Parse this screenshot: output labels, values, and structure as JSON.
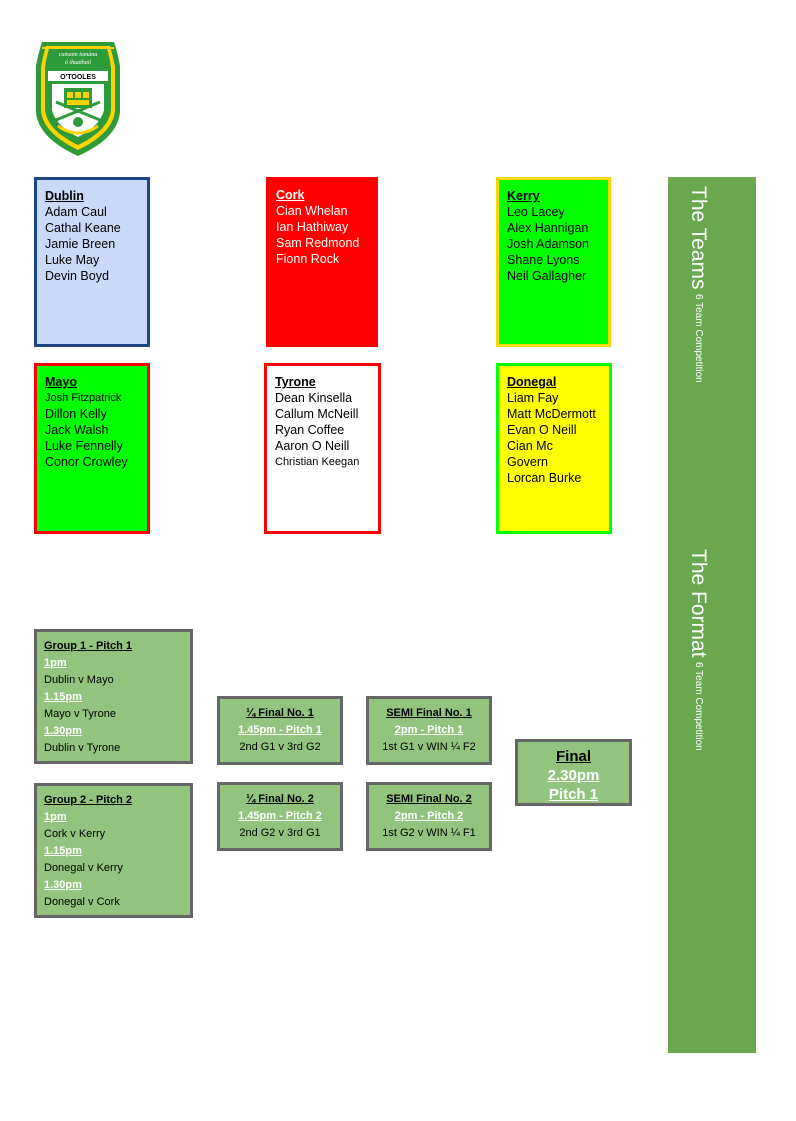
{
  "crest": {
    "arc_text_top": "cumann iomána",
    "arc_text_bottom": "ó thuathail",
    "club_name": "O'TOOLES"
  },
  "teams": [
    {
      "name": "Dublin",
      "players": [
        "Adam Caul",
        "Cathal Keane",
        "Jamie Breen",
        "Luke May",
        "Devin Boyd"
      ],
      "bg": "#c9daf8",
      "border": "#1c4587",
      "text_color": "#000000"
    },
    {
      "name": "Cork",
      "players": [
        "Cian Whelan",
        "Ian Hathiway",
        "Sam Redmond",
        "Fionn Rock"
      ],
      "bg": "#ff0000",
      "border": "#ff0000",
      "text_color": "#ffffff"
    },
    {
      "name": "Kerry",
      "players": [
        "Leo Lacey",
        "Alex Hannigan",
        "Josh Adamson",
        "Shane Lyons",
        "Neil Gallagher"
      ],
      "bg": "#00ff00",
      "border": "#ffd700",
      "text_color": "#000000"
    },
    {
      "name": "Mayo",
      "players": [
        "Josh Fitzpatrick",
        "Dillon Kelly",
        "Jack Walsh",
        "Luke Fennelly",
        "Conor Crowley"
      ],
      "bg": "#00ff00",
      "border": "#ff0000",
      "text_color": "#000000"
    },
    {
      "name": "Tyrone",
      "players": [
        "Dean Kinsella",
        "Callum McNeill",
        "Ryan Coffee",
        "Aaron O Neill",
        "Christian Keegan"
      ],
      "bg": "#ffffff",
      "border": "#ff0000",
      "text_color": "#000000"
    },
    {
      "name": "Donegal",
      "players": [
        "Liam Fay",
        "Matt McDermott",
        "Evan O Neill",
        "Cian Mc",
        "Govern",
        "Lorcan Burke"
      ],
      "bg": "#ffff00",
      "border": "#00ff00",
      "text_color": "#000000"
    }
  ],
  "groups": [
    {
      "title": "Group 1 - Pitch 1",
      "slots": [
        {
          "time": "1pm",
          "match": "Dublin v Mayo"
        },
        {
          "time": "1.15pm",
          "match": "Mayo v Tyrone"
        },
        {
          "time": "1.30pm",
          "match": "Dublin v Tyrone"
        }
      ]
    },
    {
      "title": "Group 2 - Pitch 2",
      "slots": [
        {
          "time": "1pm",
          "match": "Cork v Kerry"
        },
        {
          "time": "1.15pm",
          "match": "Donegal v Kerry"
        },
        {
          "time": "1.30pm",
          "match": "Donegal v Cork"
        }
      ]
    }
  ],
  "quarter_finals": [
    {
      "title": "¼ Final No. 1",
      "time": "1.45pm - Pitch 1",
      "match": "2nd G1 v 3rd G2"
    },
    {
      "title": "¼ Final No. 2",
      "time": "1.45pm - Pitch 2",
      "match": "2nd G2 v 3rd G1"
    }
  ],
  "semi_finals": [
    {
      "title": "SEMI Final No. 1",
      "time": "2pm - Pitch 1",
      "match": "1st G1 v WIN ¼ F2"
    },
    {
      "title": "SEMI Final No. 2",
      "time": "2pm - Pitch 2",
      "match": "1st G2 v WIN ¼ F1"
    }
  ],
  "final": {
    "title": "Final",
    "time": "2.30pm",
    "pitch": "Pitch 1"
  },
  "sidebar": {
    "teams_title": "The Teams",
    "teams_subtitle": "6 Team Competition",
    "format_title": "The Format",
    "format_subtitle": "6 Team Competition"
  },
  "colors": {
    "box_green": "#93c47d",
    "box_border": "#666666",
    "sidebar_green": "#6aa84f"
  }
}
